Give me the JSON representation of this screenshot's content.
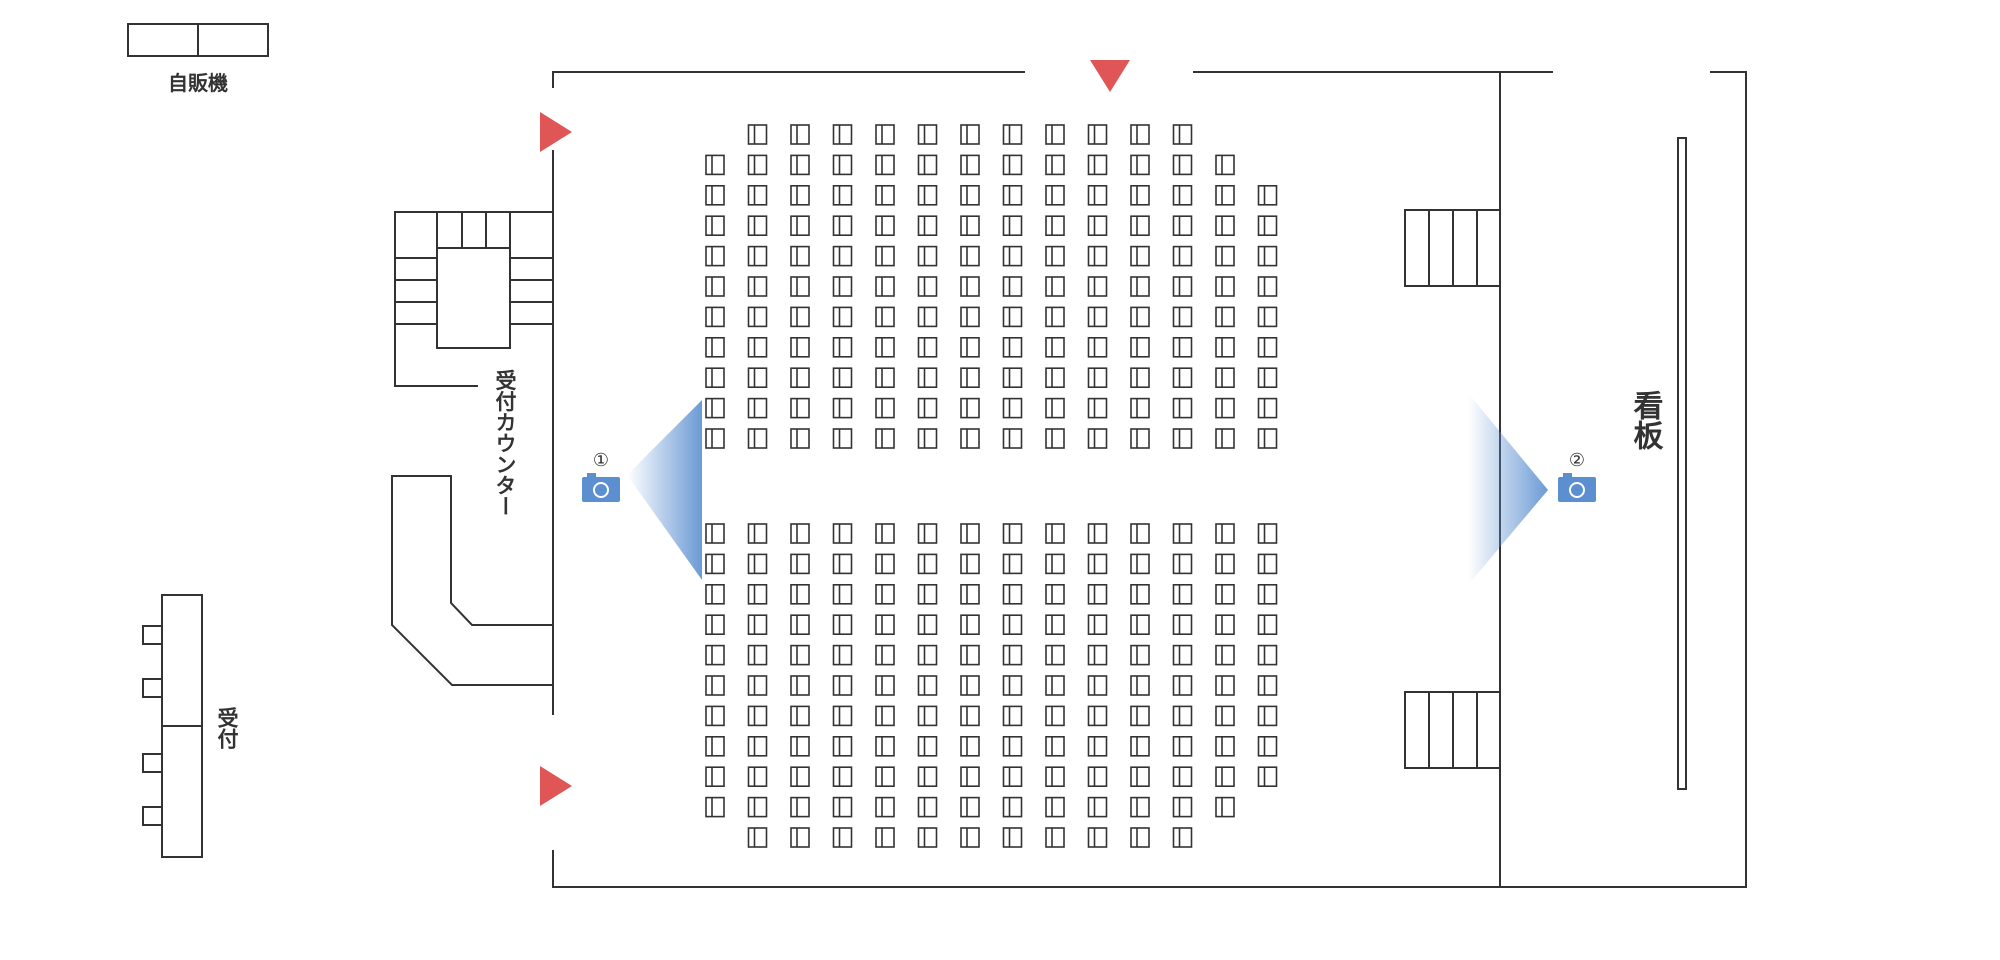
{
  "labels": {
    "vending": "自販機",
    "reception": "受付",
    "counter": "受付カウンター",
    "signboard": "看板",
    "camera1": "①",
    "camera2": "②"
  },
  "seating": {
    "columns": 14,
    "upper_block": [
      {
        "row": 1,
        "first_col": 2,
        "last_col": 12
      },
      {
        "row": 2,
        "first_col": 1,
        "last_col": 13
      },
      {
        "row": 3,
        "first_col": 1,
        "last_col": 14
      },
      {
        "row": 4,
        "first_col": 1,
        "last_col": 14
      },
      {
        "row": 5,
        "first_col": 1,
        "last_col": 14
      },
      {
        "row": 6,
        "first_col": 1,
        "last_col": 14
      },
      {
        "row": 7,
        "first_col": 1,
        "last_col": 14
      },
      {
        "row": 8,
        "first_col": 1,
        "last_col": 14
      },
      {
        "row": 9,
        "first_col": 1,
        "last_col": 14
      },
      {
        "row": 10,
        "first_col": 1,
        "last_col": 14
      },
      {
        "row": 11,
        "first_col": 1,
        "last_col": 14
      }
    ],
    "lower_block": [
      {
        "row": 1,
        "first_col": 1,
        "last_col": 14
      },
      {
        "row": 2,
        "first_col": 1,
        "last_col": 14
      },
      {
        "row": 3,
        "first_col": 1,
        "last_col": 14
      },
      {
        "row": 4,
        "first_col": 1,
        "last_col": 14
      },
      {
        "row": 5,
        "first_col": 1,
        "last_col": 14
      },
      {
        "row": 6,
        "first_col": 1,
        "last_col": 14
      },
      {
        "row": 7,
        "first_col": 1,
        "last_col": 14
      },
      {
        "row": 8,
        "first_col": 1,
        "last_col": 14
      },
      {
        "row": 9,
        "first_col": 1,
        "last_col": 14
      },
      {
        "row": 10,
        "first_col": 1,
        "last_col": 13
      },
      {
        "row": 11,
        "first_col": 2,
        "last_col": 12
      }
    ]
  },
  "icons": {
    "entrance": "triangle-arrow-icon",
    "camera": "camera-icon"
  },
  "colors": {
    "entrance_arrow": "#e05555",
    "camera": "#5b8fd0",
    "camera_view": "#5b8fd0",
    "lines": "#333333"
  }
}
